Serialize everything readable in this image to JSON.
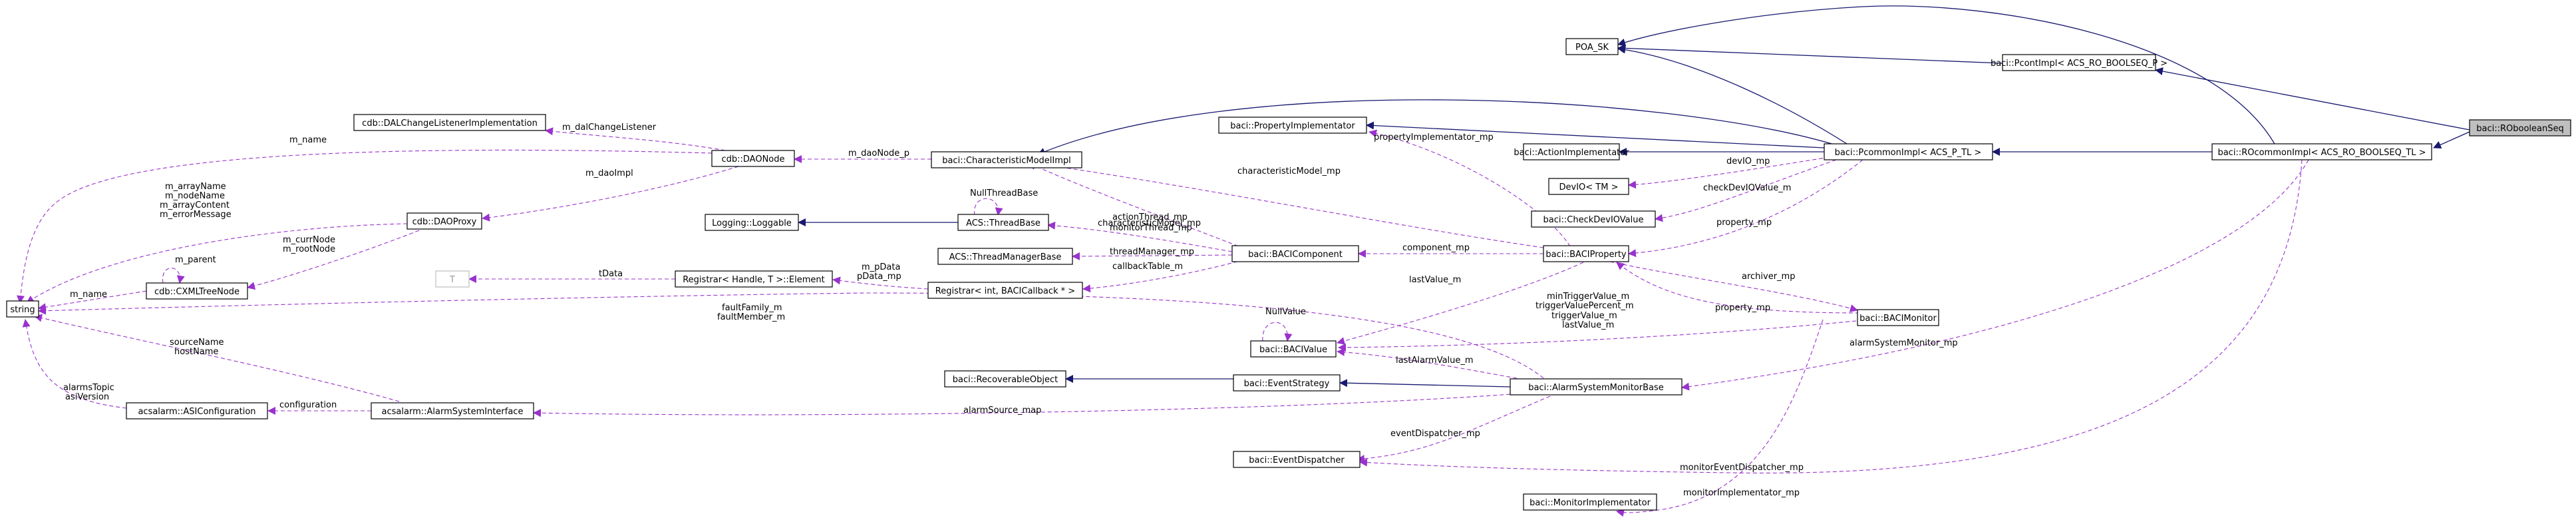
{
  "nodes": {
    "poa_sk": "POA_SK",
    "pcontimpl": "baci::PcontImpl< ACS_RO_BOOLSEQ_P >",
    "roboolseq": "baci::RObooleanSeq",
    "rocommonimpl": "baci::ROcommonImpl< ACS_RO_BOOLSEQ_TL >",
    "pcommonimpl": "baci::PcommonImpl< ACS_P_TL >",
    "propimpl": "baci::PropertyImplementator",
    "actionimpl": "baci::ActionImplementator",
    "devio": "DevIO< TM >",
    "checkdevio": "baci::CheckDevIOValue",
    "baciproperty": "baci::BACIProperty",
    "bacimonitor": "baci::BACIMonitor",
    "charmodel": "baci::CharacteristicModelImpl",
    "daonode": "cdb::DAONode",
    "dallistener": "cdb::DALChangeListenerImplementation",
    "daoproxy": "cdb::DAOProxy",
    "cxml": "cdb::CXMLTreeNode",
    "string": "string",
    "loggable": "Logging::Loggable",
    "threadbase": "ACS::ThreadBase",
    "threadmgr": "ACS::ThreadManagerBase",
    "bacicomponent": "baci::BACIComponent",
    "t": "T",
    "registrar_elem": "Registrar< Handle, T >::Element",
    "registrar_cb": "Registrar< int, BACICallback * >",
    "bacivalue": "baci::BACIValue",
    "recoverable": "baci::RecoverableObject",
    "eventstrategy": "baci::EventStrategy",
    "alarmbase": "baci::AlarmSystemMonitorBase",
    "asiconfig": "acsalarm::ASIConfiguration",
    "alarmiface": "acsalarm::AlarmSystemInterface",
    "eventdispatcher": "baci::EventDispatcher",
    "monitorimpl": "baci::MonitorImplementator"
  },
  "edge_labels": {
    "m_name_top": "m_name",
    "m_dalChangeListener": "m_dalChangeListener",
    "m_daoNode_p": "m_daoNode_p",
    "m_daoImpl": "m_daoImpl",
    "m_arrayName": "m_arrayName",
    "m_nodeName": "m_nodeName",
    "m_arrayContent": "m_arrayContent",
    "m_errorMessage": "m_errorMessage",
    "m_parent": "m_parent",
    "m_currNode": "m_currNode",
    "m_rootNode": "m_rootNode",
    "m_name_cxml": "m_name",
    "propertyImplementator_mp": "propertyImplementator_mp",
    "characteristicModel_mp_1": "characteristicModel_mp",
    "characteristicModel_mp_2": "characteristicModel_mp",
    "NullThreadBase": "NullThreadBase",
    "actionThread_mp": "actionThread_mp",
    "monitorThread_mp": "monitorThread_mp",
    "threadManager_mp": "threadManager_mp",
    "callbackTable_m": "callbackTable_m",
    "component_mp": "component_mp",
    "tData": "tData",
    "m_pData": "m_pData",
    "pData_mp": "pData_mp",
    "devIO_mp": "devIO_mp",
    "checkDevIOValue_m": "checkDevIOValue_m",
    "property_mp_1": "property_mp",
    "property_mp_2": "property_mp",
    "archiver_mp": "archiver_mp",
    "lastValue_m_1": "lastValue_m",
    "minTriggerValue_m": "minTriggerValue_m",
    "triggerValuePercent_m": "triggerValuePercent_m",
    "triggerValue_m": "triggerValue_m",
    "lastValue_m_2": "lastValue_m",
    "NullValue": "NullValue",
    "faultFamily_m": "faultFamily_m",
    "faultMember_m": "faultMember_m",
    "lastAlarmValue_m": "lastAlarmValue_m",
    "alarmSystemMonitor_mp": "alarmSystemMonitor_mp",
    "sourceName": "sourceName",
    "hostName": "hostName",
    "alarmsTopic": "alarmsTopic",
    "asiVersion": "asiVersion",
    "configuration": "configuration",
    "alarmSource_map": "alarmSource_map",
    "eventDispatcher_mp": "eventDispatcher_mp",
    "monitorEventDispatcher_mp": "monitorEventDispatcher_mp",
    "monitorImplementator_mp": "monitorImplementator_mp"
  },
  "colors": {
    "inheritance": "#191970",
    "usage": "#9a32cd",
    "highlight_fill": "#bfbfbf",
    "template": "#ffa500"
  }
}
